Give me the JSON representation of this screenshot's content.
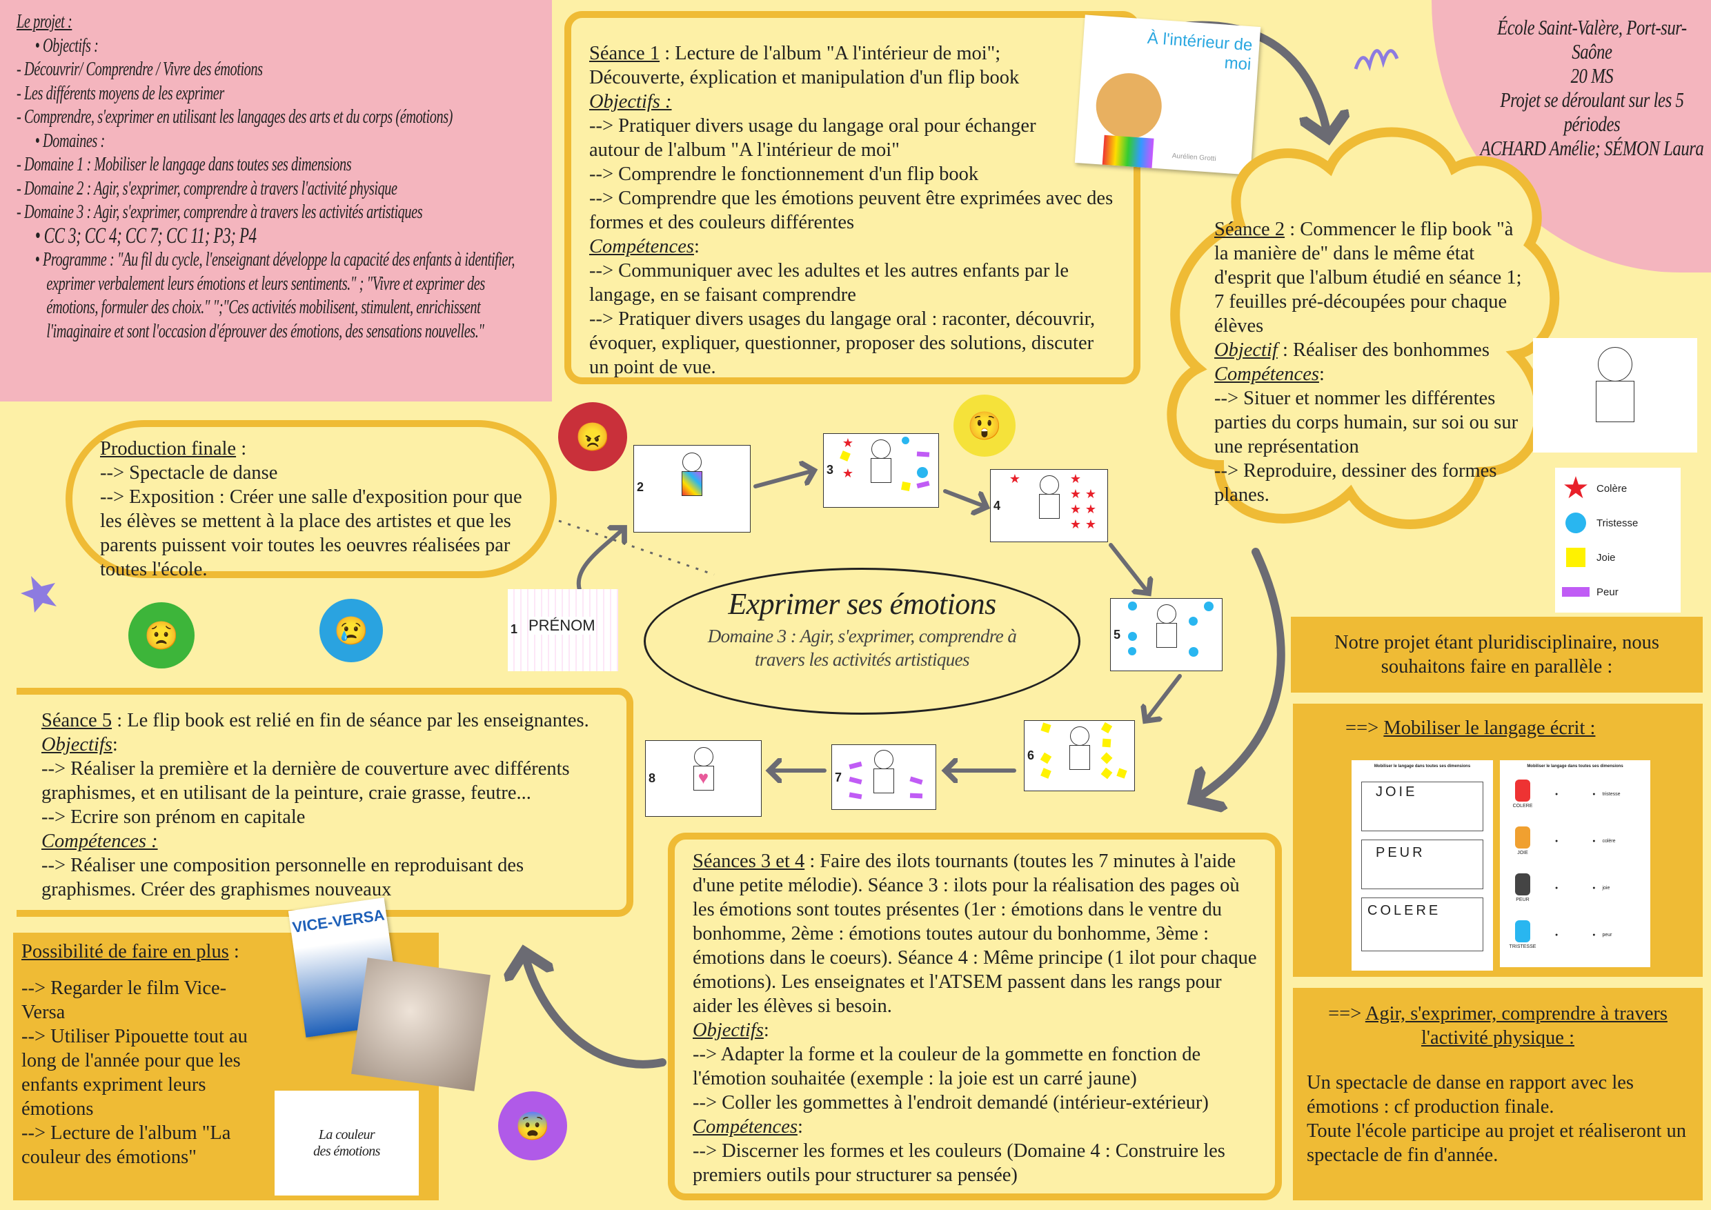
{
  "projet": {
    "title": "Le projet :",
    "objectifs_label": "• Objectifs :",
    "objectifs": [
      "- Découvrir/ Comprendre / Vivre des émotions",
      "- Les différents moyens de les exprimer",
      "- Comprendre, s'exprimer en utilisant les langages des arts et du corps (émotions)"
    ],
    "domaines_label": "• Domaines :",
    "domaines": [
      "- Domaine 1 : Mobiliser le langage dans toutes ses dimensions",
      "- Domaine 2 : Agir, s'exprimer, comprendre à travers l'activité physique",
      "- Domaine 3 : Agir, s'exprimer, comprendre à travers les activités artistiques"
    ],
    "competences": "• CC 3; CC 4; CC 7; CC 11; P3; P4",
    "programme": "• Programme : \"Au fil du cycle, l'enseignant développe la capacité des enfants à identifier, exprimer verbalement leurs émotions et leurs sentiments.\" ; \"Vivre et exprimer des émotions, formuler des choix.\" \";\"Ces activités mobilisent, stimulent, enrichissent l'imaginaire et sont l'occasion d'éprouver des émotions, des sensations nouvelles.\""
  },
  "info": {
    "lines": [
      "École Saint-Valère, Port-sur-Saône",
      "20 MS",
      "Projet se déroulant sur les 5 périodes",
      "ACHARD Amélie; SÉMON Laura"
    ]
  },
  "seance1": {
    "title": "Séance 1",
    "intro": " : Lecture de l'album \"A l'intérieur de moi\"; Découverte, éxplication et manipulation d'un flip book",
    "objectifs_label": "Objectifs :",
    "objectifs": [
      "--> Pratiquer divers usage du langage oral pour échanger autour de l'album \"A l'intérieur de moi\"",
      "--> Comprendre le fonctionnement d'un flip book",
      "--> Comprendre que les émotions peuvent être exprimées avec des formes et des couleurs différentes"
    ],
    "competences_label": "Compétences",
    "competences": [
      "--> Communiquer avec les adultes et les autres enfants par le langage, en se faisant comprendre",
      "--> Pratiquer divers usages du langage oral : raconter, découvrir, évoquer, expliquer, questionner, proposer des solutions, discuter un point de vue."
    ],
    "book_title": "À l'intérieur de moi",
    "book_author": "Aurélien Grotti"
  },
  "seance2": {
    "title": "Séance 2",
    "intro": " :  Commencer le flip book \"à la manière de\" dans le même état d'esprit que l'album étudié en séance 1; 7 feuilles pré-découpées pour chaque élèves",
    "objectif_label": "Objectif",
    "objectif": " : Réaliser des bonhommes",
    "competences_label": "Compétences",
    "competences": [
      "--> Situer et nommer les différentes parties du corps humain, sur soi ou sur une représentation",
      "--> Reproduire, dessiner des formes planes."
    ]
  },
  "legend": [
    {
      "label": "Colère",
      "shape": "star",
      "color": "#e8202a"
    },
    {
      "label": "Tristesse",
      "shape": "circle",
      "color": "#29b6f0"
    },
    {
      "label": "Joie",
      "shape": "square",
      "color": "#fff200"
    },
    {
      "label": "Peur",
      "shape": "rect",
      "color": "#c05cf5"
    }
  ],
  "production": {
    "title": "Production finale",
    "lines": [
      "--> Spectacle de danse",
      "--> Exposition : Créer une salle d'exposition pour que les élèves se mettent à la place des artistes et que les parents puissent voir toutes les oeuvres réalisées par toutes l'école."
    ]
  },
  "center": {
    "title": "Exprimer ses émotions",
    "subtitle": "Domaine 3 : Agir, s'exprimer, comprendre à travers les activités artistiques"
  },
  "flipbook": {
    "prenom_label": "PRÉNOM",
    "pages": [
      {
        "num": "1"
      },
      {
        "num": "2"
      },
      {
        "num": "3"
      },
      {
        "num": "4"
      },
      {
        "num": "5"
      },
      {
        "num": "6"
      },
      {
        "num": "7"
      },
      {
        "num": "8"
      }
    ]
  },
  "seance5": {
    "title": "Séance 5",
    "intro": " : Le flip book est relié en fin de séance par les enseignantes.",
    "objectifs_label": "Objectifs",
    "objectifs": [
      "--> Réaliser la première et la dernière de couverture avec différents graphismes, et en utilisant de la peinture, craie grasse, feutre...",
      "--> Ecrire son prénom en capitale"
    ],
    "competences_label": "Compétences :",
    "competences": [
      "--> Réaliser une composition personnelle en reproduisant des graphismes. Créer des graphismes nouveaux"
    ]
  },
  "possibilite": {
    "title": "Possibilité de faire en plus",
    "lines": [
      "--> Regarder le film Vice-Versa",
      "--> Utiliser Pipouette tout au long de l'année pour que les enfants expriment leurs émotions",
      "--> Lecture de l'album \"La couleur des émotions\""
    ],
    "vice_versa": "VICE-VERSA",
    "couleur_book": "La couleur des émotions"
  },
  "seance34": {
    "title": "Séances 3 et 4",
    "intro": " :  Faire des ilots tournants (toutes les 7 minutes à l'aide d'une petite mélodie). Séance 3 :  ilots pour la réalisation des pages où les émotions sont toutes présentes (1er : émotions dans le ventre du bonhomme, 2ème : émotions toutes autour du bonhomme, 3ème : émotions dans le coeurs). Séance 4 : Même principe (1 ilot pour chaque émotions).  Les enseignates et l'ATSEM passent dans les rangs pour aider les élèves si besoin.",
    "objectifs_label": "Objectifs",
    "objectifs": [
      "--> Adapter la forme et la couleur de la gommette en fonction de l'émotion souhaitée (exemple : la joie est un carré jaune)",
      "--> Coller les gommettes à l'endroit demandé (intérieur-extérieur)"
    ],
    "competences_label": "Compétences",
    "competences": [
      "--> Discerner les formes et les couleurs (Domaine 4 : Construire les premiers outils pour structurer sa pensée)"
    ]
  },
  "parallel": {
    "intro": "Notre projet étant pluridisciplinaire, nous souhaitons faire en parallèle :",
    "langage_prefix": "==> ",
    "langage_title": "Mobiliser le langage écrit :",
    "sheet_title": "Mobiliser le langage dans toutes ses dimensions",
    "sheet1_words": [
      "JOIE",
      "PEUR",
      "COLERE"
    ],
    "sheet2_left": [
      "COLERE",
      "JOIE",
      "PEUR",
      "TRISTESSE"
    ],
    "sheet2_right": [
      "tristesse",
      "colère",
      "joie",
      "peur"
    ],
    "agir_prefix": "==> ",
    "agir_title": "Agir, s'exprimer, comprendre à travers l'activité physique :",
    "agir_lines": [
      "Un spectacle de danse en rapport avec les émotions : cf production finale.",
      "Toute l'école participe au projet et réaliseront un spectacle de fin d'année."
    ]
  },
  "colors": {
    "pink": "#f4b5be",
    "yellow_bg": "#fdf0a6",
    "gold": "#efbb35",
    "arrow": "#6b6b73"
  }
}
